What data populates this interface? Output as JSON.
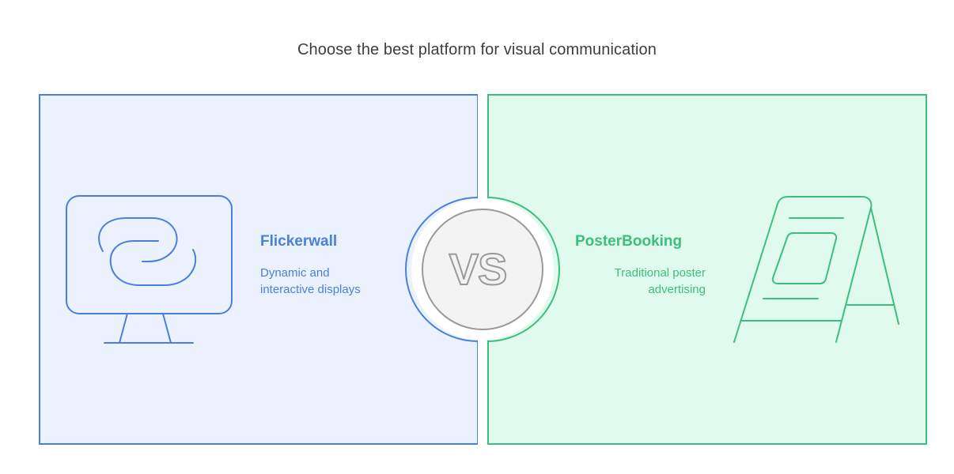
{
  "title": "Choose the best platform for visual communication",
  "colors": {
    "left_accent": "#4a80dc",
    "left_fill": "#ecf2fd",
    "right_accent": "#3cbf7c",
    "right_fill": "#e0fbee",
    "vs_fill": "#f3f3f3",
    "vs_stroke": "#9a9a9a",
    "title_text": "#3d3d3d"
  },
  "left": {
    "heading": "Flickerwall",
    "description": "Dynamic and\ninteractive displays",
    "icon": "monitor-with-link-icon"
  },
  "right": {
    "heading": "PosterBooking",
    "description": "Traditional poster\nadvertising",
    "icon": "a-frame-sign-icon"
  },
  "center": {
    "label": "VS"
  }
}
